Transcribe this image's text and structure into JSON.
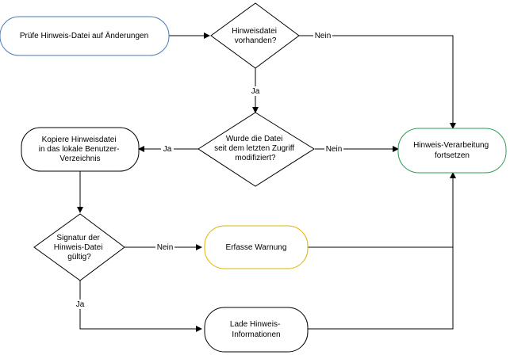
{
  "colors": {
    "default_stroke": "#000000",
    "start_stroke": "#4a7ab5",
    "end_stroke": "#2e9e4f",
    "warning_stroke": "#e0b400",
    "edge": "#000000"
  },
  "nodes": {
    "check_file": {
      "lines": [
        "Prüfe Hinweis-Datei auf Änderungen"
      ]
    },
    "file_exists": {
      "lines": [
        "Hinweisdatei",
        "vorhanden?"
      ]
    },
    "file_modified": {
      "lines": [
        "Wurde die Datei",
        "seit dem letzten Zugriff",
        "modifiziert?"
      ]
    },
    "continue": {
      "lines": [
        "Hinweis-Verarbeitung",
        "fortsetzen"
      ]
    },
    "copy_file": {
      "lines": [
        "Kopiere Hinweisdatei",
        "in das lokale Benutzer-",
        "Verzeichnis"
      ]
    },
    "signature_valid": {
      "lines": [
        "Signatur der",
        "Hinweis-Datei",
        "gültig?"
      ]
    },
    "warning": {
      "lines": [
        "Erfasse Warnung"
      ]
    },
    "load_info": {
      "lines": [
        "Lade Hinweis-",
        "Informationen"
      ]
    }
  },
  "edges": {
    "no_exists": "Nein",
    "yes_exists": "Ja",
    "no_modified": "Nein",
    "yes_modified": "Ja",
    "no_signature": "Nein",
    "yes_signature": "Ja"
  }
}
